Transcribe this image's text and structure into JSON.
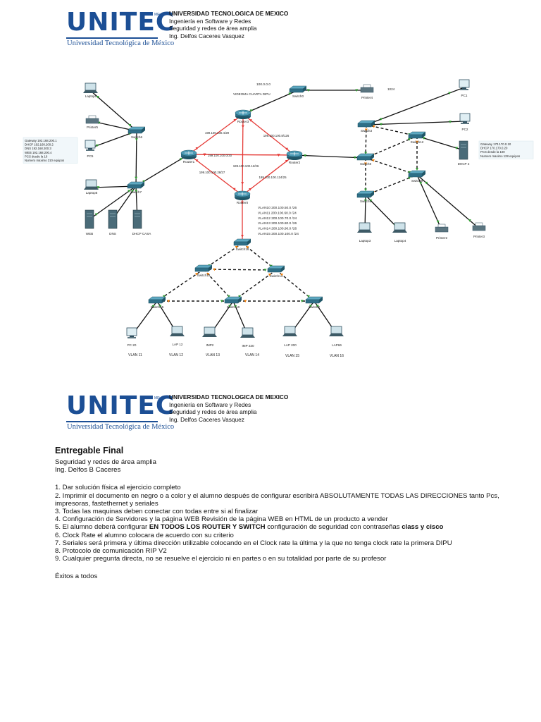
{
  "header": {
    "logo": "UNITEC",
    "logo_mark": "MR",
    "logo_sub": "Universidad Tecnológica de México",
    "university": "UNIVERSIDAD TECNOLOGICA DE MEXICO",
    "program": "Ingeniería en Software y Redes",
    "course": "Seguridad y redes de área amplia",
    "teacher": "Ing. Delfos Caceres Vasquez"
  },
  "diagram": {
    "info_left": [
      "Gateway 192.168.200.1",
      "DHCP 192.168.200.2",
      "DNS 192.168.200.3",
      "WEB 192.168.200.4",
      "PCS desde la 10",
      "Numero maximo 210 equipos"
    ],
    "info_right": [
      "Gateway 170.170.0.10",
      "DHCP 170.170.0.20",
      "PCS desde la 100",
      "Numero maximo 128 equipos"
    ],
    "isp_net": "100.0.0.0",
    "isp_name": "VIDEOMA CUARTA DIPU",
    "isp_mask": "1024",
    "vlan_list": [
      "VLAN10 200.100.50.0 /26",
      "VLAN11 200.100.60.0 /24",
      "VLAN12 200.100.70.0 /24",
      "VLAN13 200.100.80.0 /26",
      "VLAN14 200.100.90.0 /26",
      "VLAN15 200.100.100.0 /24"
    ],
    "links": {
      "r1_r3": "199.100.100.4/29",
      "r3_r2": "199.100.100.8/126",
      "r1_r2": "199.100.100.0/30",
      "mid": "199.100.100.12/26",
      "r1_r0": "199.100.100.28/27",
      "r2_r0": "199.100.100.124/25"
    },
    "routers": {
      "r0": "Router0",
      "r1": "Router1",
      "r2": "Router2",
      "r3": "Router3"
    },
    "switches": {
      "sw0": "Switch0",
      "sw2": "Switch2",
      "sw6": "Switch6",
      "sw7": "Switch7",
      "sw3": "Switch3",
      "sw4": "Switch4",
      "sw5": "Switch5",
      "sw12": "Switch12",
      "sw8": "Switch8",
      "sw9": "Switch9",
      "sw10": "Switch10",
      "sw13": "Switch13",
      "sw14": "Switch14",
      "sw15": "Switch15",
      "sw16": "Switch16"
    },
    "hosts": {
      "laptop0": "Laptop0",
      "printer5": "Printer5",
      "pc5": "PC5",
      "laptop5": "Laptop5",
      "web": "WEB",
      "dns": "DNS",
      "dhcp_casa": "DHCP CASA",
      "printer4": "Printer4",
      "pc1": "PC1",
      "pc2": "PC2",
      "dhcp2": "DHCP 2",
      "laptop3": "Laptop3",
      "laptop4": "Laptop4",
      "printer2": "Printer2",
      "printer3": "Printer3",
      "pc20": "PC 20",
      "lap12": "LAP 12",
      "imp2": "IMP2",
      "imp230": "IMP 230",
      "lap200": "LAP 200",
      "lap66": "LAP66"
    },
    "vlans": [
      "VLAN 11",
      "VLAN 12",
      "VLAN 13",
      "VLAN 14",
      "VLAN 15",
      "VLAN 16"
    ]
  },
  "document": {
    "title": "Entregable Final",
    "subtitle": "Seguridad y redes de área amplia",
    "teacher": "Ing. Delfos B Caceres",
    "items": [
      {
        "id": "i1",
        "parts": [
          "1. Dar solución física al ejercicio completo"
        ]
      },
      {
        "id": "i2",
        "parts": [
          "2. Imprimir el documento en negro o a color y el alumno después de configurar escribirá ABSOLUTAMENTE TODAS LAS DIRECCIONES tanto Pcs, impresoras, fastethernet y seriales"
        ]
      },
      {
        "id": "i3",
        "parts": [
          "3. Todas las maquinas deben conectar con todas entre si al finalizar"
        ]
      },
      {
        "id": "i4",
        "parts": [
          "4. Configuración de Servidores y la página WEB Revisión de la página WEB en HTML de un producto a vender"
        ]
      },
      {
        "id": "i5",
        "parts": [
          "5. El alumno deberá configurar ",
          "EN TODOS LOS ROUTER Y SWITCH",
          " configuración de seguridad con contraseñas ",
          "class y cisco"
        ]
      },
      {
        "id": "i6",
        "parts": [
          "6. Clock Rate el alumno colocara de acuerdo con su criterio"
        ]
      },
      {
        "id": "i7",
        "parts": [
          "7. Seriales será primera y última dirección utilizable colocando en el Clock rate la última y la que no tenga clock rate la primera DIPU"
        ]
      },
      {
        "id": "i8",
        "parts": [
          "8. Protocolo de comunicación RIP V2"
        ]
      },
      {
        "id": "i9",
        "parts": [
          "9. Cualquier pregunta directa, no se resuelve el ejercicio ni en partes o en su totalidad por parte de su profesor"
        ]
      }
    ],
    "closing": "Éxitos a todos"
  },
  "colors": {
    "brand": "#1c4f95",
    "serial": "#e53935",
    "ethernet": "#111111",
    "trunk": "#111111",
    "device": "#2f6f87"
  }
}
